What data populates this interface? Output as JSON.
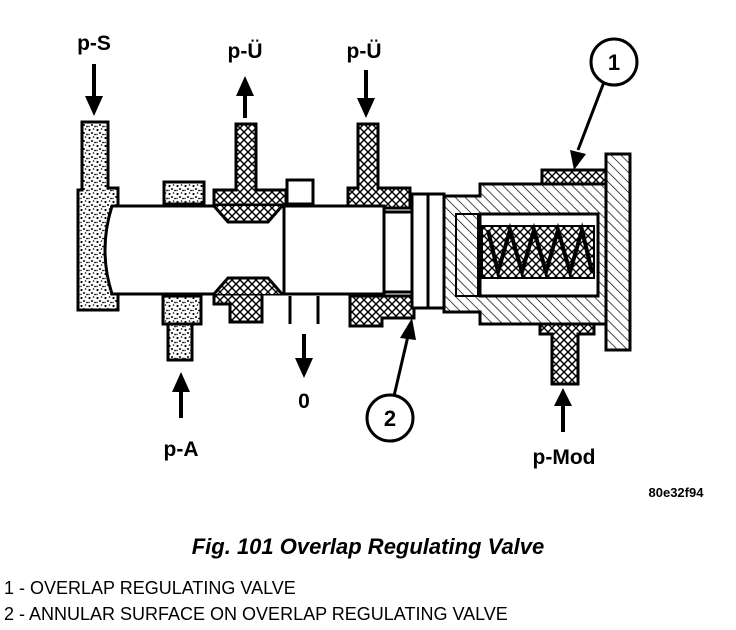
{
  "diagram": {
    "labels": {
      "ps": "p-S",
      "pu_left": "p-Ü",
      "pu_right": "p-Ü",
      "pa": "p-A",
      "zero": "0",
      "pmod": "p-Mod"
    },
    "callouts": {
      "one": "1",
      "two": "2"
    },
    "image_code": "80e32f94"
  },
  "caption": "Fig. 101 Overlap Regulating Valve",
  "legend": [
    "1 - OVERLAP REGULATING VALVE",
    "2 - ANNULAR SURFACE ON OVERLAP REGULATING VALVE"
  ]
}
